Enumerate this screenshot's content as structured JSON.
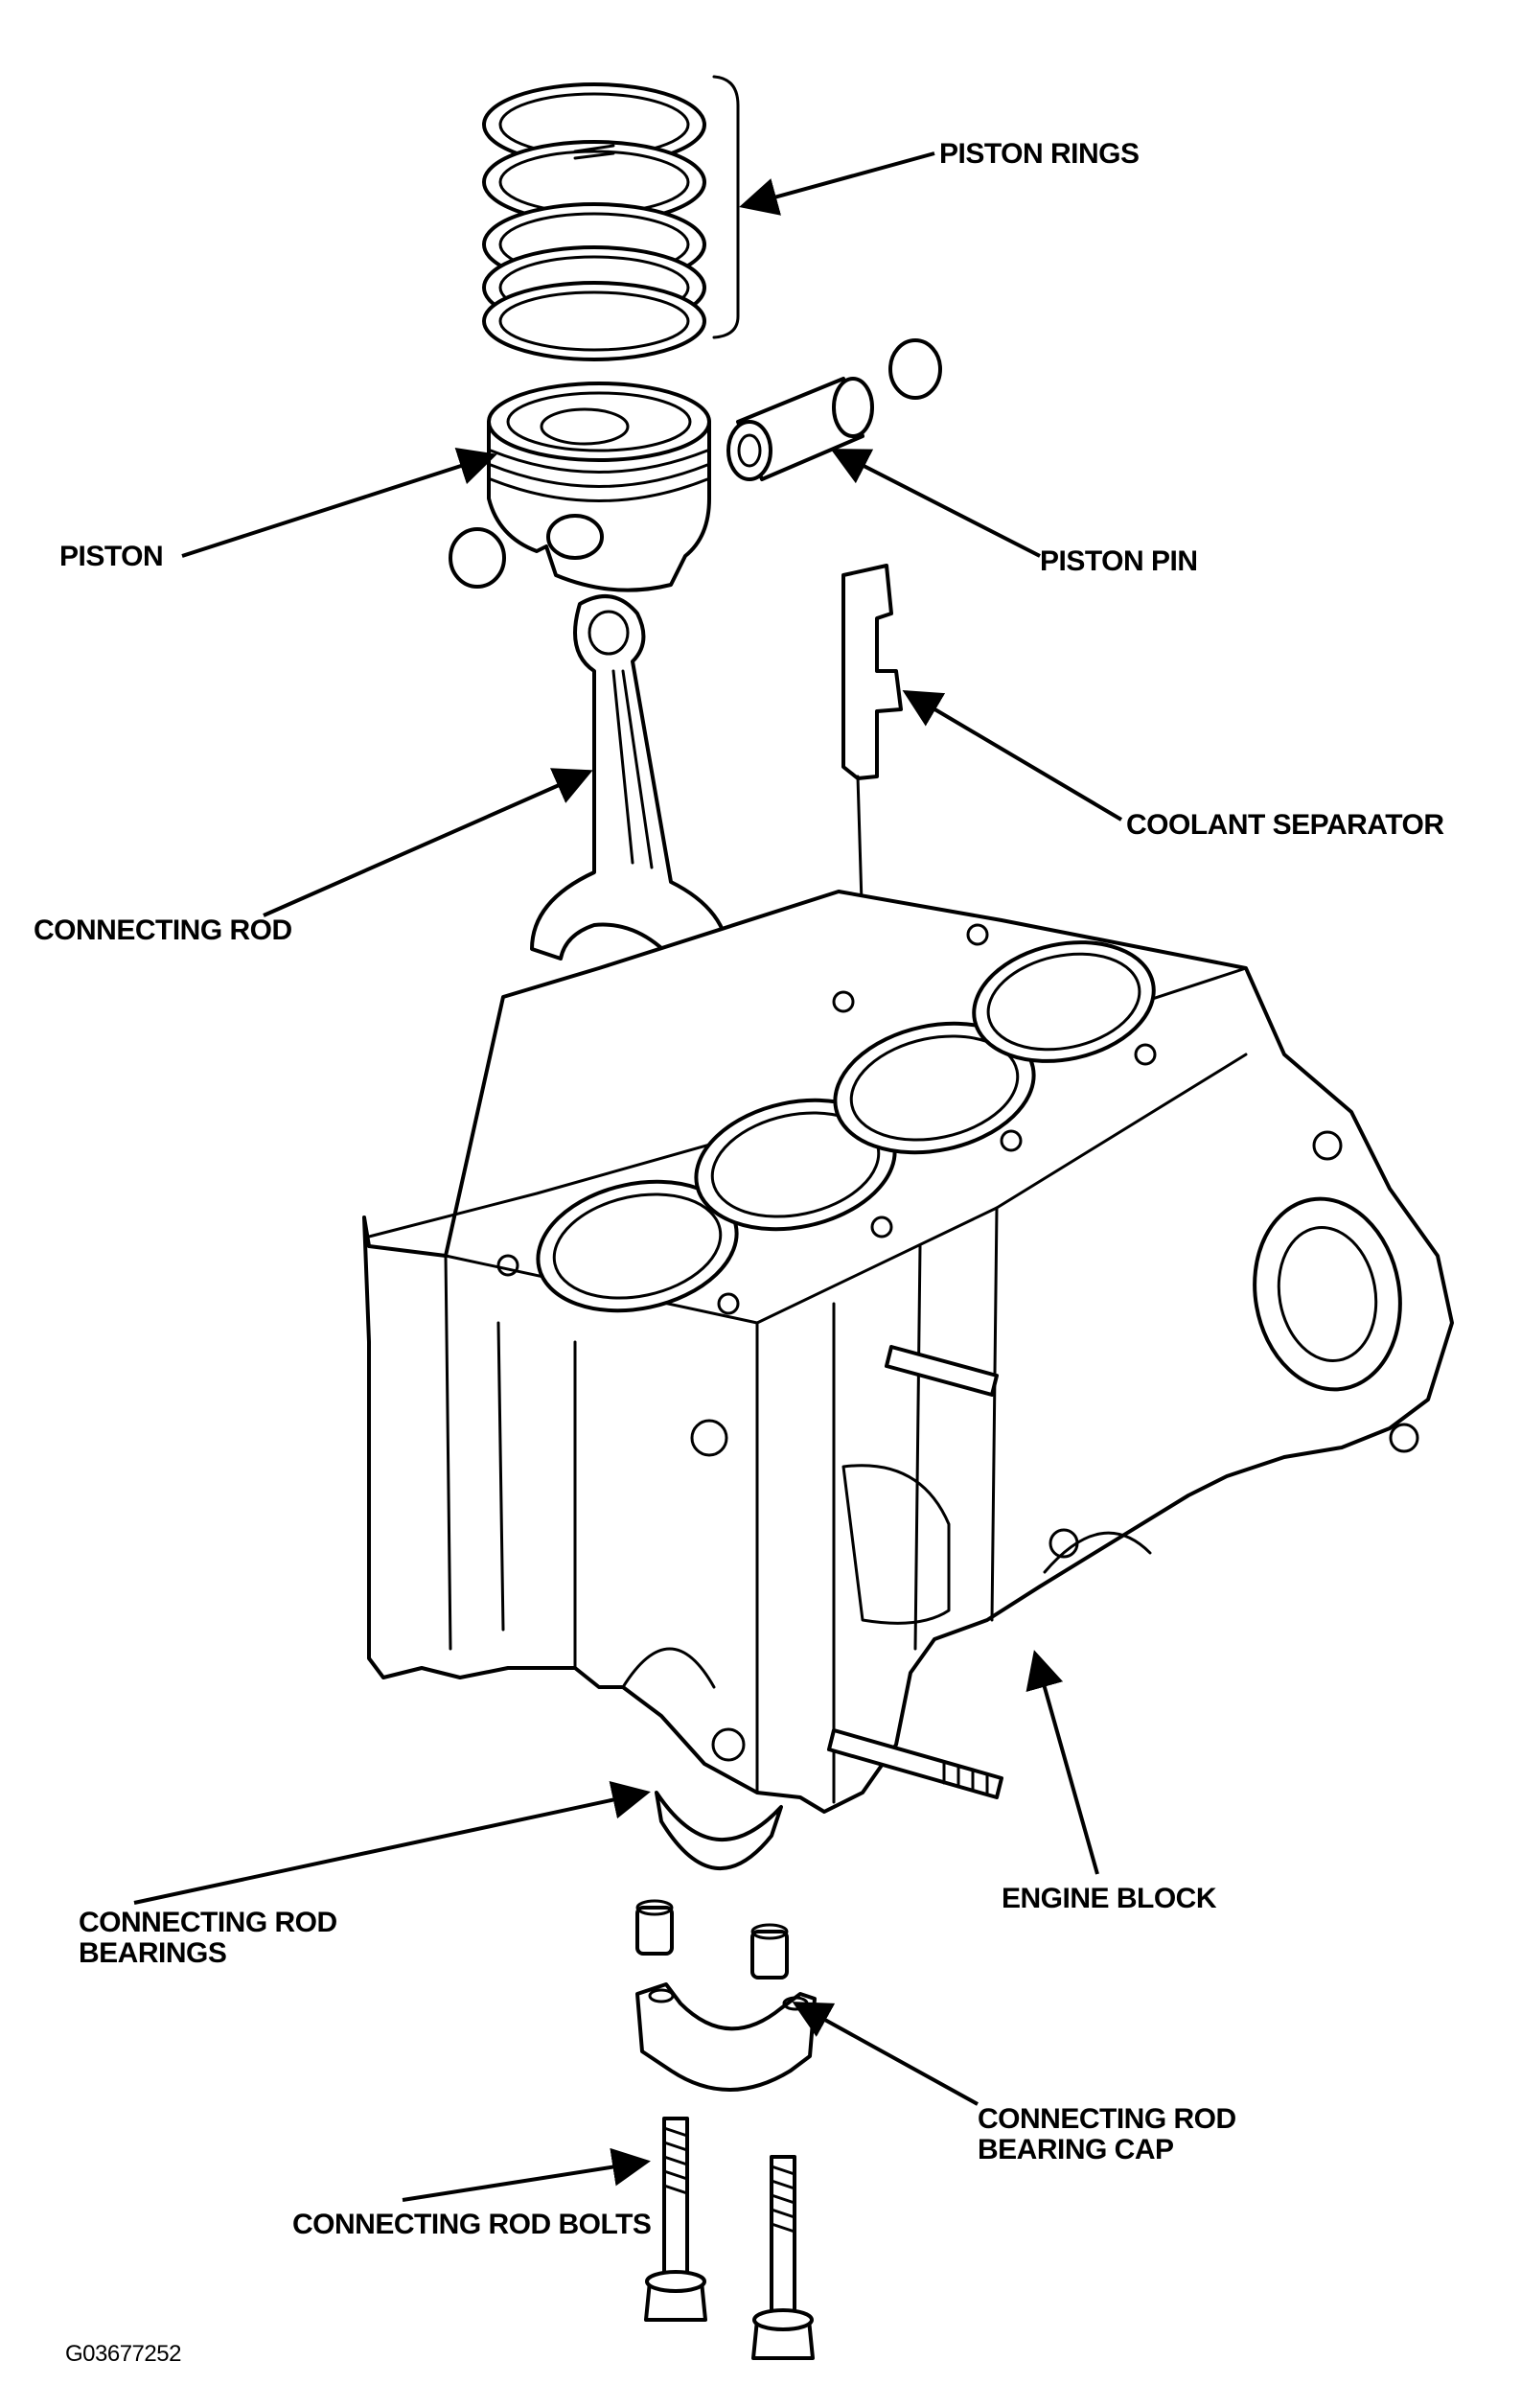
{
  "labels": {
    "piston_rings": "PISTON RINGS",
    "piston": "PISTON",
    "piston_pin": "PISTON PIN",
    "coolant_separator": "COOLANT SEPARATOR",
    "connecting_rod": "CONNECTING ROD",
    "engine_block": "ENGINE BLOCK",
    "connecting_rod_bearings": "CONNECTING ROD\nBEARINGS",
    "connecting_rod_bearing_cap": "CONNECTING ROD\nBEARING CAP",
    "connecting_rod_bolts": "CONNECTING ROD BOLTS"
  },
  "figure_id": "G03677252",
  "colors": {
    "ink": "#000000",
    "paper": "#ffffff"
  }
}
